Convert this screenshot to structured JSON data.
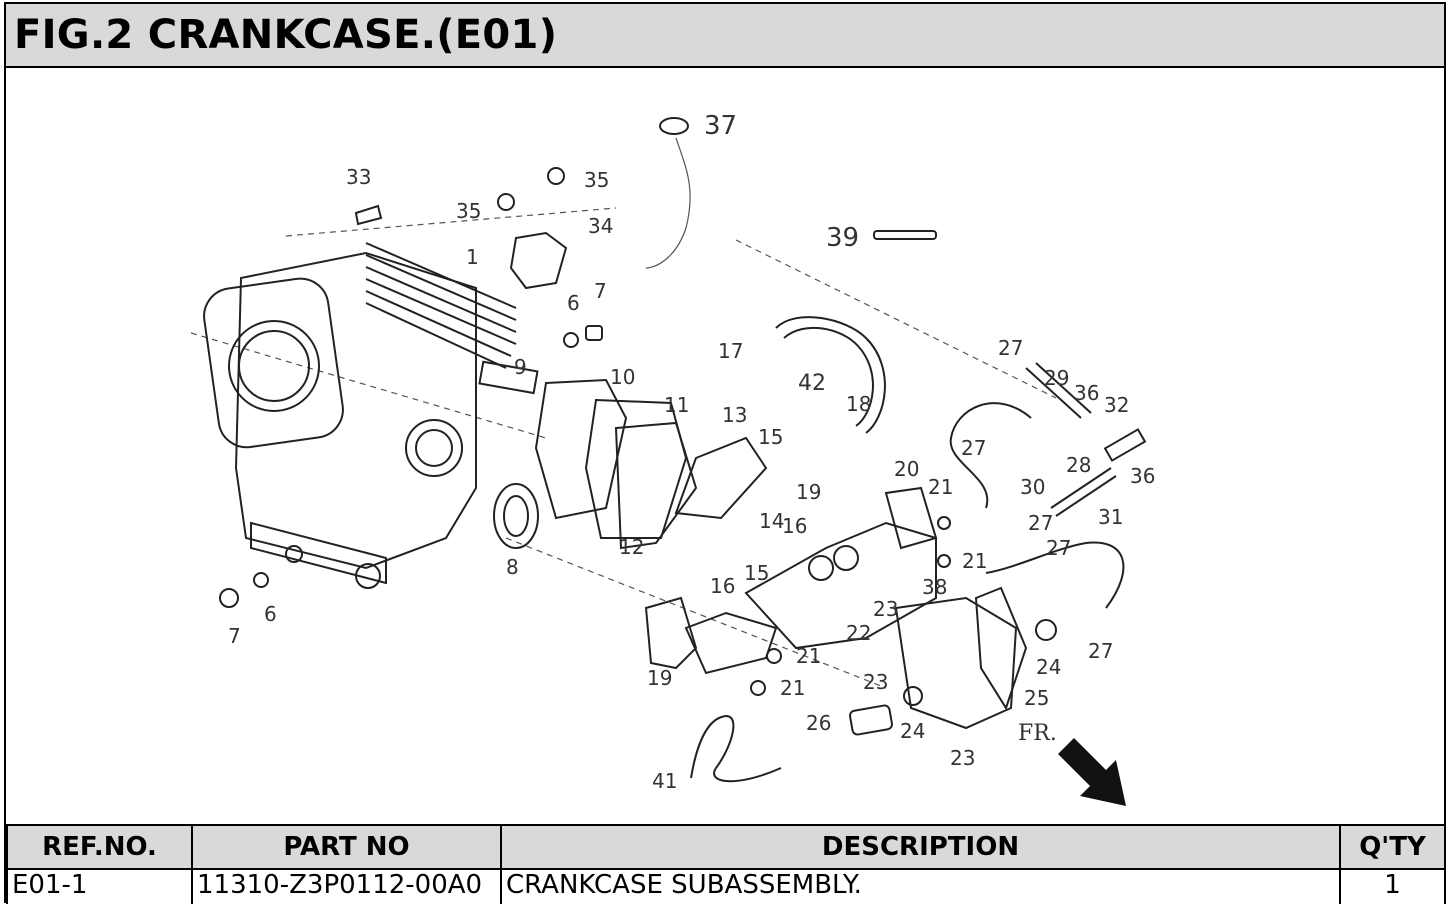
{
  "title": "FIG.2 CRANKCASE.(E01)",
  "diagram": {
    "callouts": [
      "1",
      "6",
      "7",
      "6",
      "7",
      "8",
      "9",
      "10",
      "11",
      "12",
      "13",
      "14",
      "15",
      "15",
      "16",
      "16",
      "17",
      "18",
      "19",
      "19",
      "20",
      "21",
      "21",
      "21",
      "21",
      "22",
      "23",
      "23",
      "23",
      "24",
      "24",
      "25",
      "26",
      "27",
      "27",
      "27",
      "27",
      "27",
      "28",
      "29",
      "30",
      "31",
      "32",
      "33",
      "34",
      "35",
      "35",
      "36",
      "36",
      "37",
      "38",
      "39",
      "41",
      "42"
    ],
    "front_label": "FR."
  },
  "table": {
    "headers": {
      "ref": "REF.NO.",
      "part": "PART NO",
      "desc": "DESCRIPTION",
      "qty": "Q'TY"
    },
    "rows": [
      {
        "ref": "E01-1",
        "part": "11310-Z3P0112-00A0",
        "desc": "CRANKCASE SUBASSEMBLY.",
        "qty": "1"
      }
    ]
  }
}
